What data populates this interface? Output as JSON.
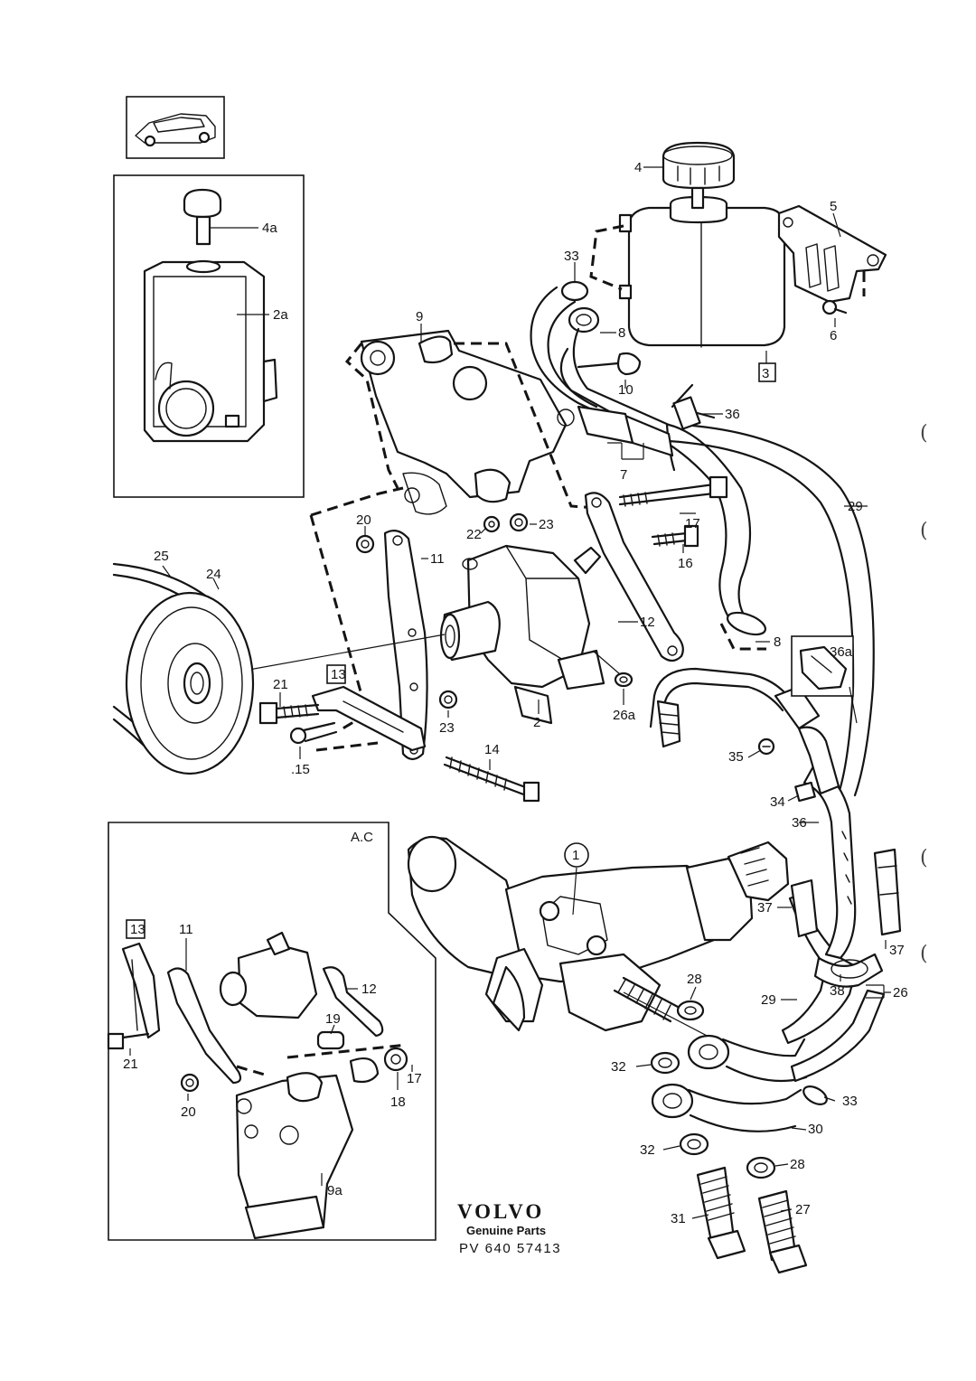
{
  "labels": {
    "p1": "1",
    "p2": "2",
    "p2a": "2a",
    "p3": "3",
    "p4": "4",
    "p4a": "4a",
    "p5": "5",
    "p6": "6",
    "p7": "7",
    "p8a": "8",
    "p8b": "8",
    "p9": "9",
    "p9a": "9a",
    "p10": "10",
    "p11a": "11",
    "p11b": "11",
    "p12a": "12",
    "p12b": "12",
    "p13a": "13",
    "p13b": "13",
    "p14": "14",
    "p15": ".15",
    "p16": "16",
    "p17a": "17",
    "p17b": "17",
    "p18": "18",
    "p19": "19",
    "p20a": "20",
    "p20b": "20",
    "p21a": "21",
    "p21b": "21",
    "p22": "22",
    "p23a": "23",
    "p23b": "23",
    "p24": "24",
    "p25": "25",
    "p26": "26",
    "p26a": "26a",
    "p27": "27",
    "p28a": "28",
    "p28b": "28",
    "p29a": "29",
    "p29b": "29",
    "p30": "30",
    "p31": "31",
    "p32a": "32",
    "p32b": "32",
    "p33a": "33",
    "p33b": "33",
    "p34": "34",
    "p35": "35",
    "p36a": "36",
    "p36b": "36",
    "p36c": "36a",
    "p37a": "37",
    "p37b": "37",
    "p38": "38"
  },
  "inset_ac": {
    "title": "A.C"
  },
  "brand": {
    "logo": "VOLVO",
    "subtitle": "Genuine Parts",
    "code": "PV 640 57413"
  },
  "edge_marks": [
    "(",
    "(",
    "(",
    "("
  ],
  "colors": {
    "ink": "#141414",
    "paper": "#ffffff"
  }
}
